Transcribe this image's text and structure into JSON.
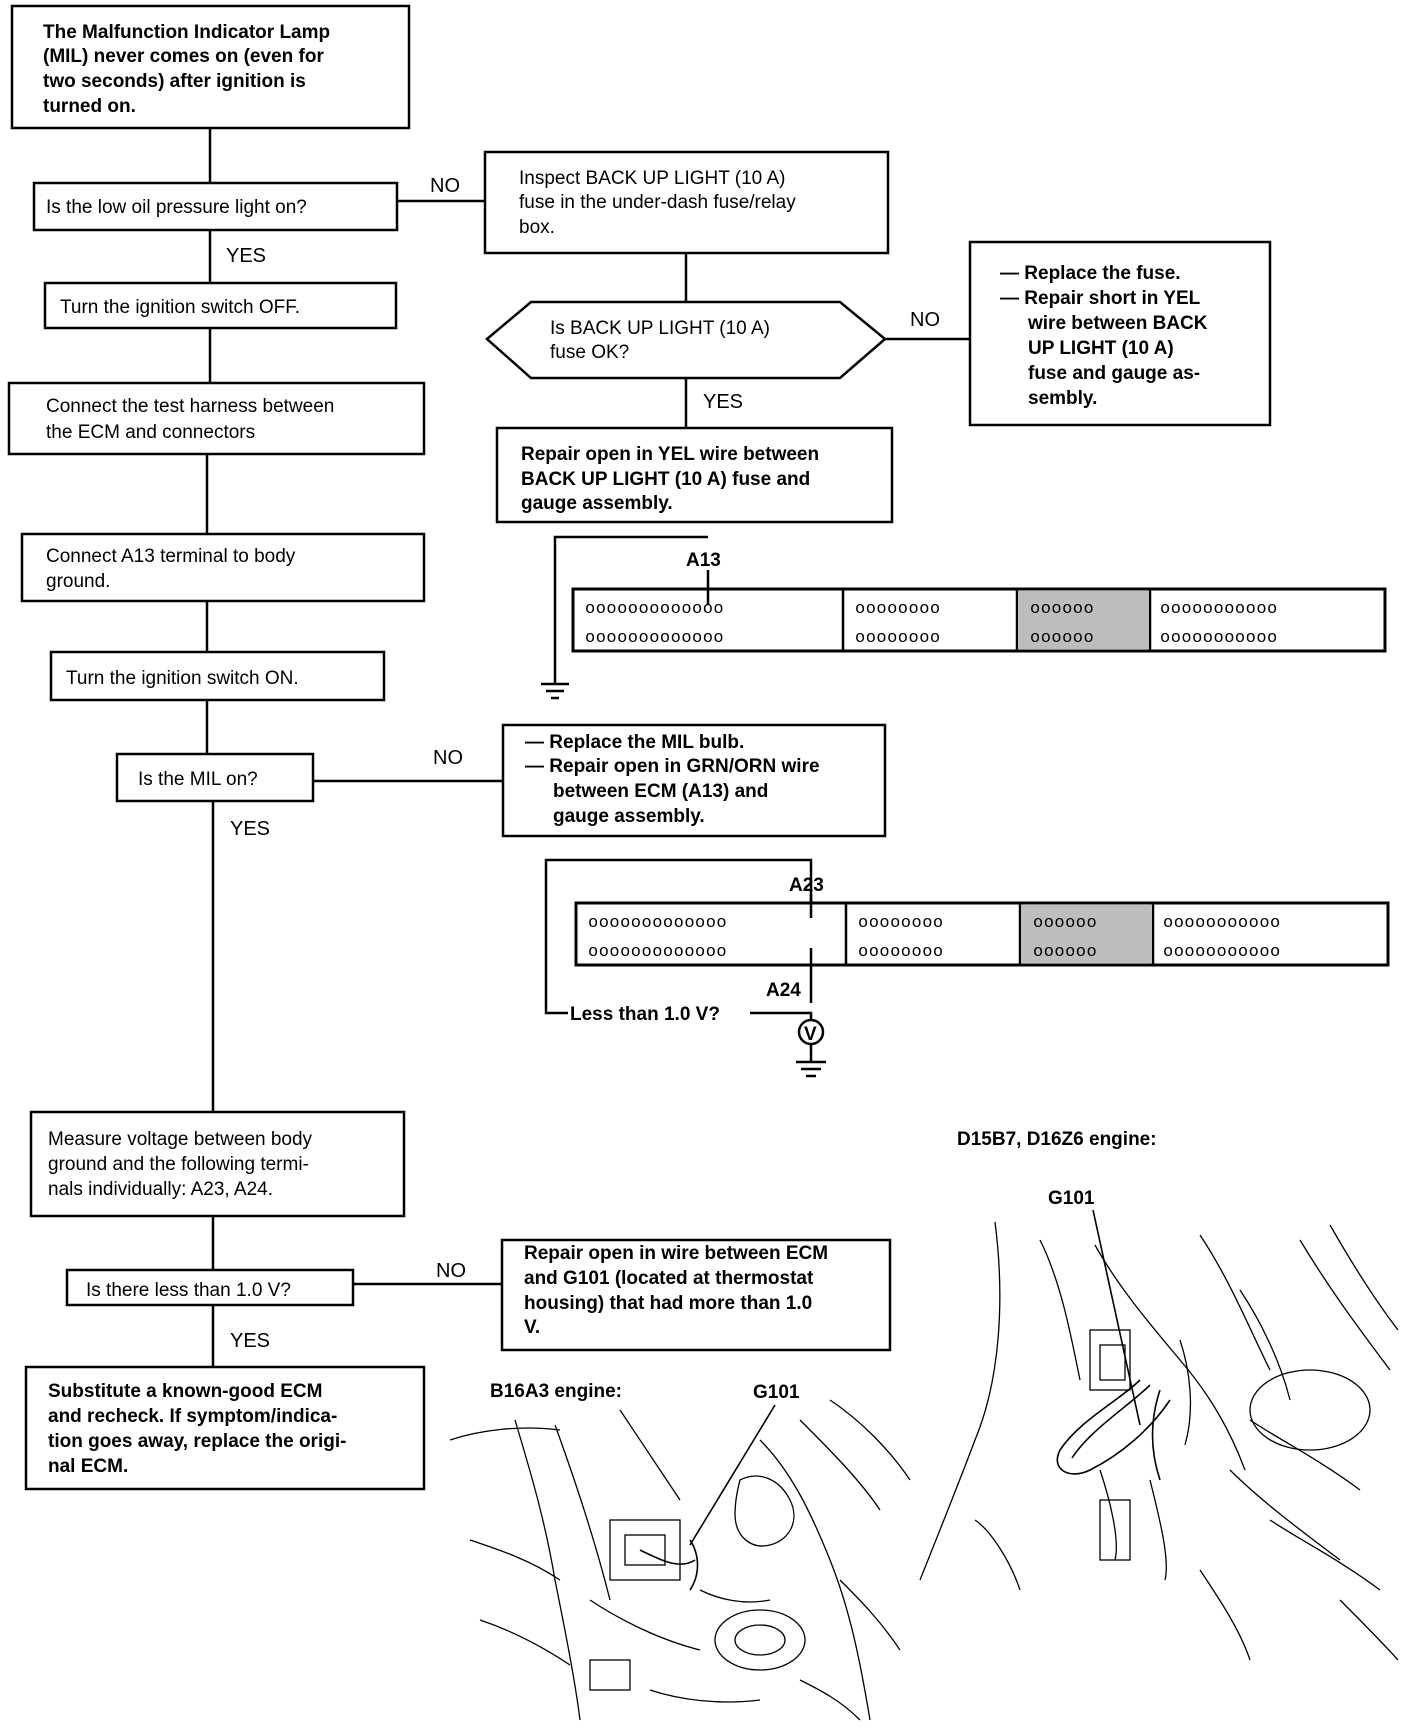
{
  "start_box": [
    "The Malfunction Indicator Lamp",
    "(MIL) never comes on (even for",
    "two seconds) after ignition is",
    "turned on."
  ],
  "q_oil": "Is the low oil pressure light on?",
  "inspect_fuse": [
    "Inspect BACK UP LIGHT (10 A)",
    "fuse in the under-dash fuse/relay",
    "box."
  ],
  "q_fuse_ok": [
    "Is BACK UP LIGHT (10 A)",
    "fuse OK?"
  ],
  "replace_fuse": [
    "— Replace the fuse.",
    "— Repair short in YEL",
    "wire between BACK",
    "UP LIGHT (10 A)",
    "fuse and gauge as-",
    "sembly."
  ],
  "repair_yel": [
    "Repair open in YEL wire between",
    "BACK UP LIGHT (10 A) fuse and",
    "gauge assembly."
  ],
  "ign_off": "Turn the ignition switch OFF.",
  "connect_harness": [
    "Connect the test harness between",
    "the ECM and connectors"
  ],
  "connect_a13": [
    "Connect A13 terminal to body",
    "ground."
  ],
  "ign_on": "Turn the ignition switch ON.",
  "q_mil": "Is the MIL on?",
  "replace_mil": [
    "— Replace the MIL bulb.",
    "— Repair open in GRN/ORN wire",
    "between ECM (A13) and",
    "gauge assembly."
  ],
  "measure": [
    "Measure voltage between body",
    "ground and the following termi-",
    "nals individually: A23, A24."
  ],
  "q_voltage": "Is there less than 1.0 V?",
  "repair_g101": [
    "Repair open in wire between ECM",
    "and G101 (located at thermostat",
    "housing) that had more than 1.0",
    "V."
  ],
  "substitute": [
    "Substitute a known-good ECM",
    "and recheck. If symptom/indica-",
    "tion goes away, replace the origi-",
    "nal ECM."
  ],
  "labels": {
    "yes": "YES",
    "no": "NO"
  },
  "connector": {
    "a13": "A13",
    "a23": "A23",
    "a24": "A24",
    "block1": "ooooooooooooo",
    "block2": "oooooooo",
    "block3": "oooooo",
    "block4": "ooooooooooo",
    "meter_symbol": "V",
    "voltage_prompt": "Less than 1.0 V?"
  },
  "engines": {
    "b16": "B16A3 engine:",
    "d15": "D15B7, D16Z6 engine:",
    "ground": "G101"
  }
}
